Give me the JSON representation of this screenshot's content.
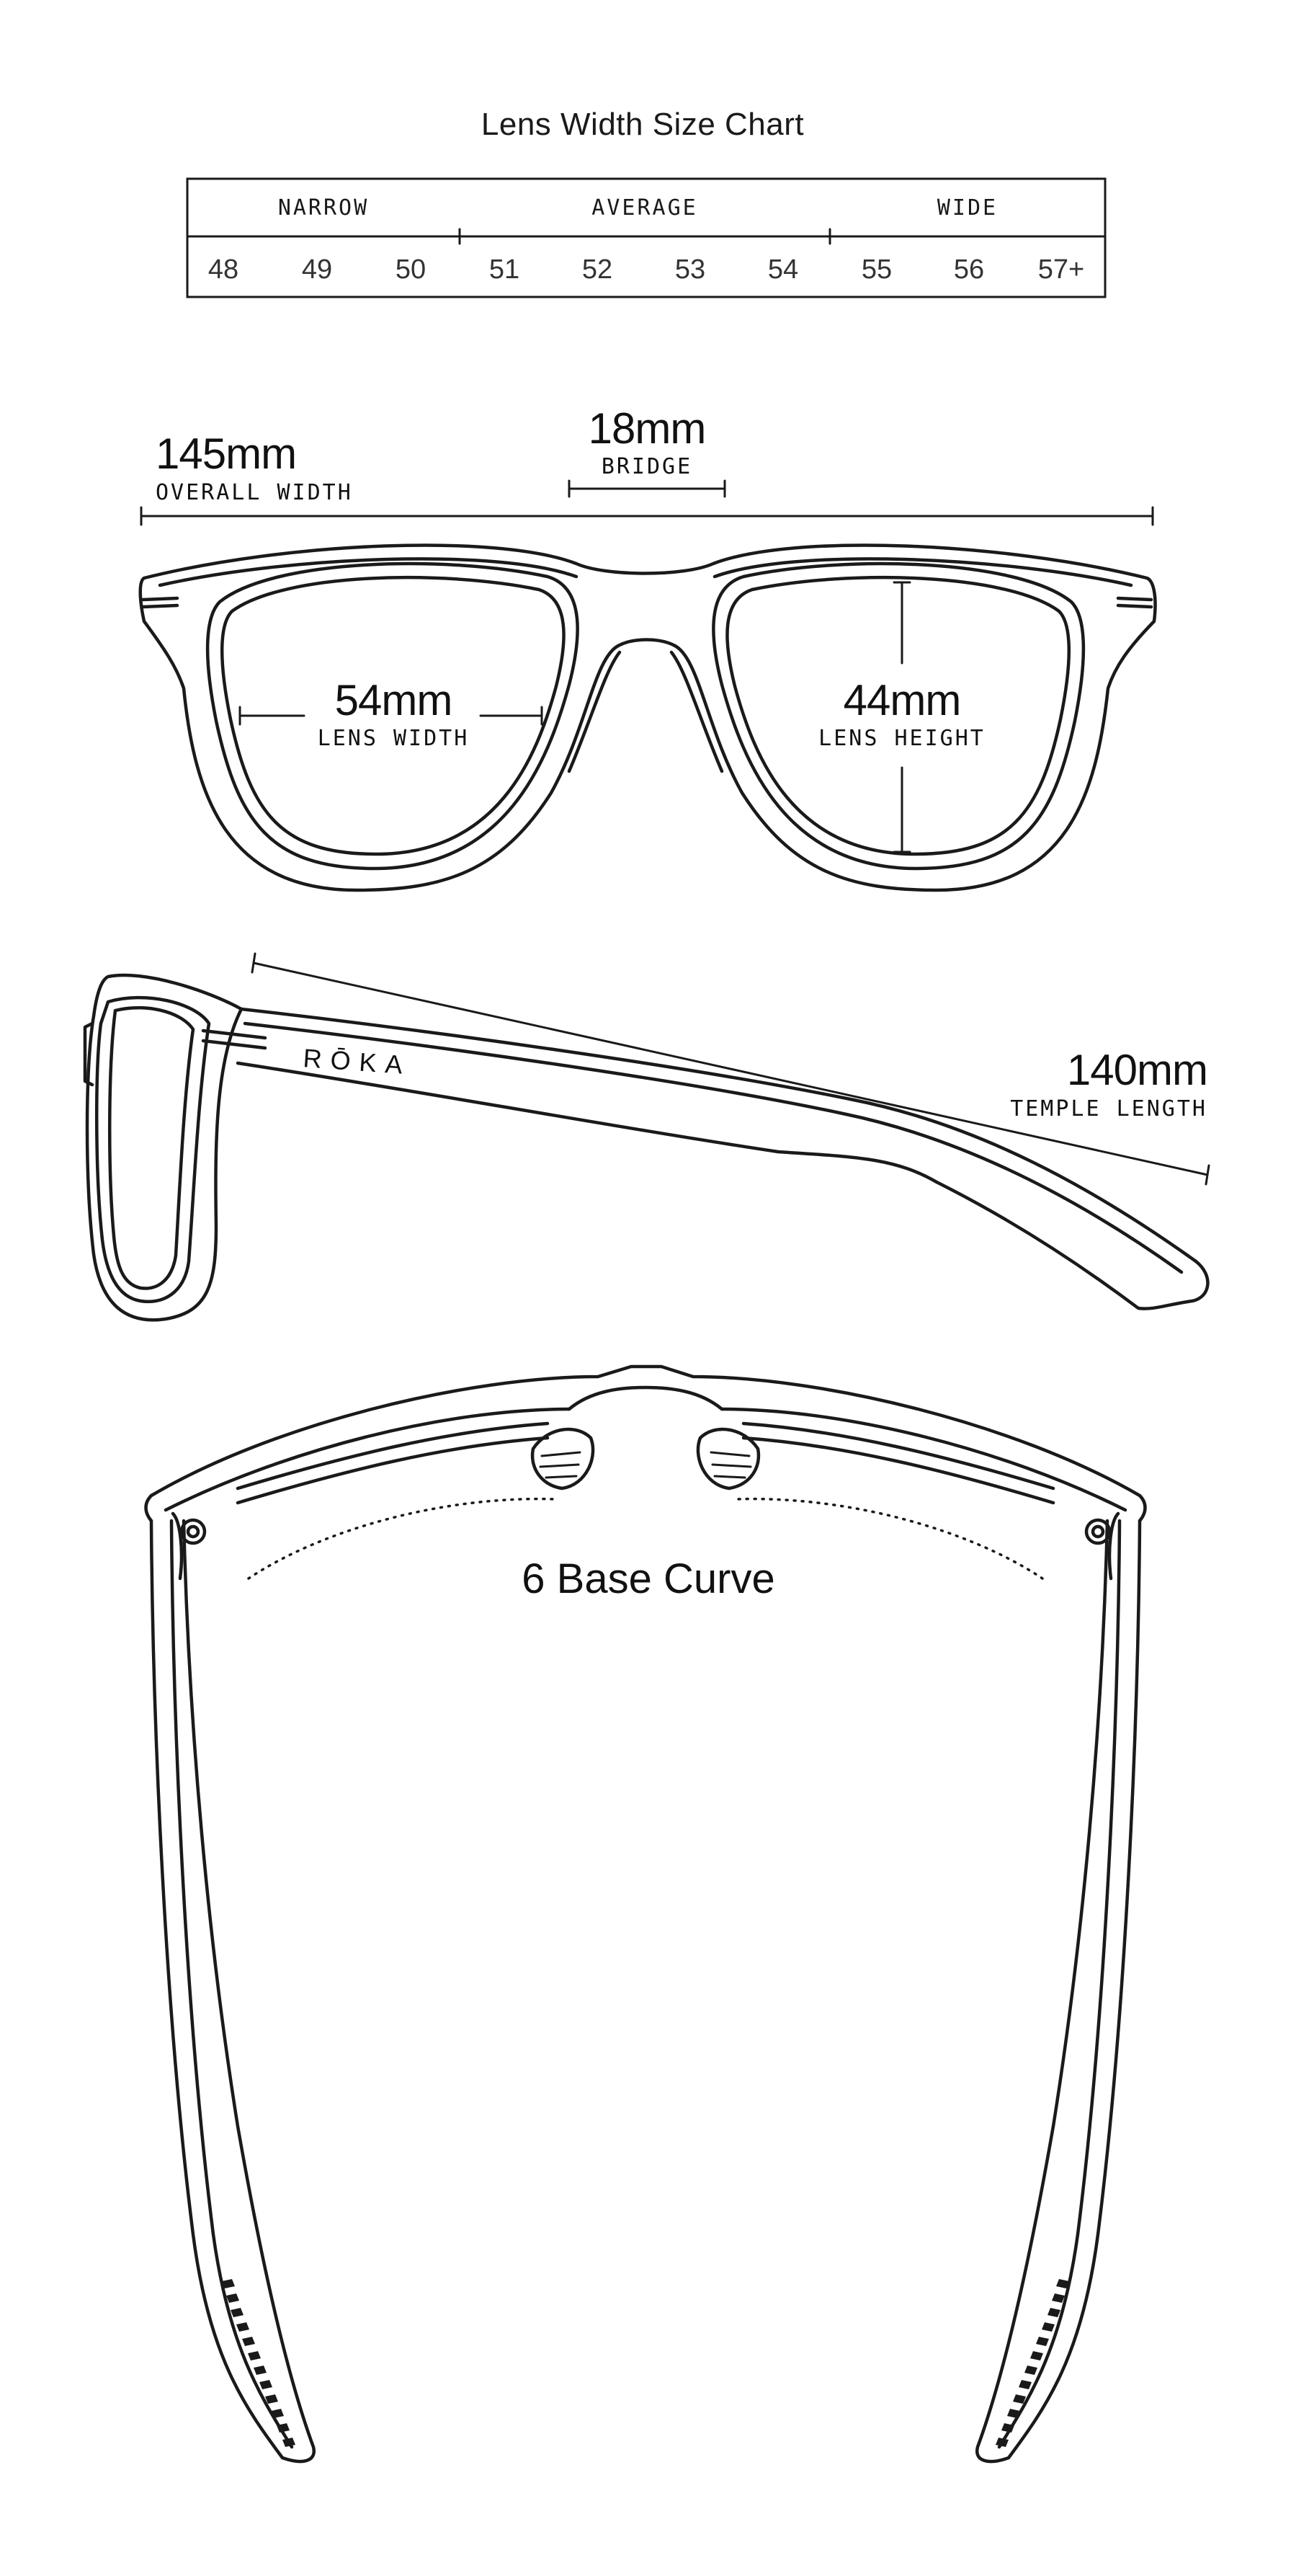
{
  "size_chart": {
    "title": "Lens Width Size Chart",
    "bands": [
      "NARROW",
      "AVERAGE",
      "WIDE"
    ],
    "sizes": [
      "48",
      "49",
      "50",
      "51",
      "52",
      "53",
      "54",
      "55",
      "56",
      "57+"
    ]
  },
  "front_view": {
    "overall_width": {
      "value": "145mm",
      "label": "OVERALL WIDTH"
    },
    "bridge": {
      "value": "18mm",
      "label": "BRIDGE"
    },
    "lens_width": {
      "value": "54mm",
      "label": "LENS WIDTH"
    },
    "lens_height": {
      "value": "44mm",
      "label": "LENS HEIGHT"
    }
  },
  "side_view": {
    "brand": "RŌKA",
    "temple_length": {
      "value": "140mm",
      "label": "TEMPLE LENGTH"
    }
  },
  "top_view": {
    "base_curve": "6 Base Curve"
  },
  "colors": {
    "line": "#1a1a1a",
    "background": "#ffffff"
  }
}
